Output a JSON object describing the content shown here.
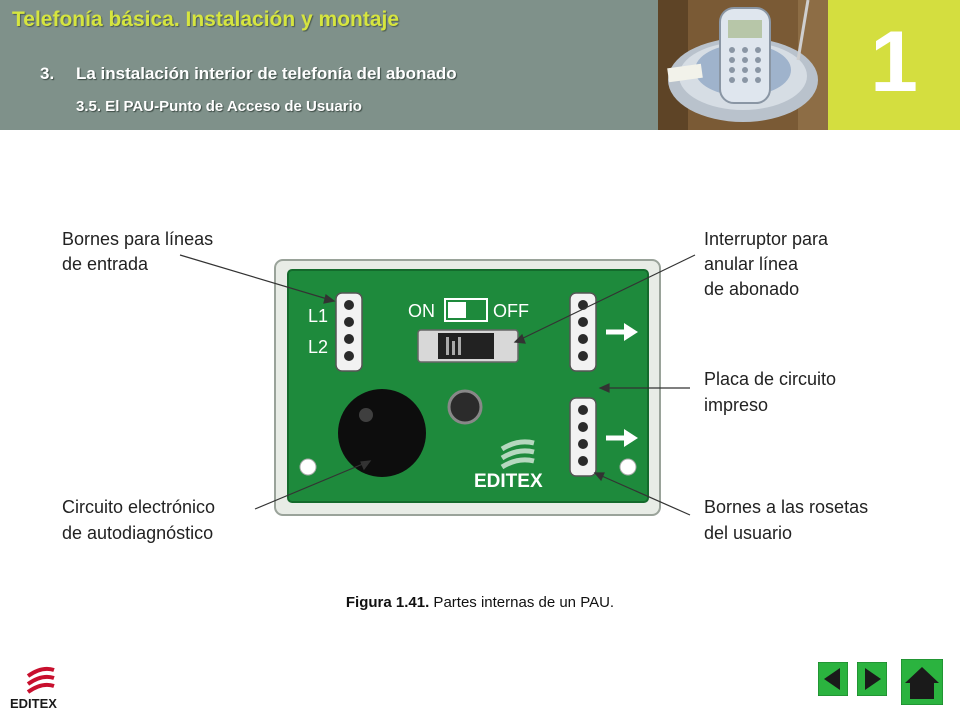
{
  "header": {
    "title": "Telefonía básica. Instalación y montaje",
    "section_number": "3.",
    "section_title": "La instalación interior de telefonía del abonado",
    "subsection": "3.5. El PAU-Punto de Acceso de Usuario",
    "chapter_number": "1"
  },
  "figure": {
    "labels": {
      "input_terminals_line1": "Bornes para líneas",
      "input_terminals_line2": "de entrada",
      "switch_line1": "Interruptor para",
      "switch_line2": "anular línea",
      "switch_line3": "de abonado",
      "pcb_line1": "Placa de circuito",
      "pcb_line2": "impreso",
      "diagnostic_line1": "Circuito electrónico",
      "diagnostic_line2": "de autodiagnóstico",
      "user_terminals_line1": "Bornes a las rosetas",
      "user_terminals_line2": "del usuario"
    },
    "board": {
      "on_label": "ON",
      "off_label": "OFF",
      "l1_label": "L1",
      "l2_label": "L2",
      "brand": "EDITEX"
    }
  },
  "caption": {
    "prefix": "Figura 1.41.",
    "text": " Partes internas de un PAU."
  },
  "footer": {
    "logo_text": "EDITEX"
  },
  "colors": {
    "header_bg": "#7f918a",
    "title_color": "#d6e53f",
    "badge_bg": "#d4de3f",
    "board_green": "#1e8a3c",
    "nav_green": "#2bb33f"
  }
}
